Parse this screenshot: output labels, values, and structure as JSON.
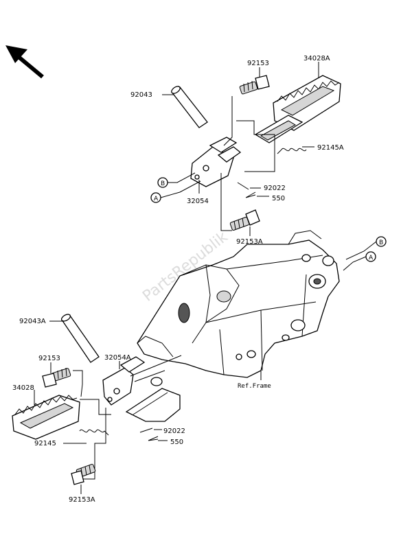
{
  "labels": {
    "p92043": "92043",
    "p92153_top": "92153",
    "p34028A": "34028A",
    "p92145A": "92145A",
    "p92022_top": "92022",
    "p550_top": "550",
    "p32054": "32054",
    "p92153A_top": "92153A",
    "p92043A": "92043A",
    "p92153_bot": "92153",
    "p32054A": "32054A",
    "p34028": "34028",
    "p92145": "92145",
    "p92022_bot": "92022",
    "p550_bot": "550",
    "p92153A_bot": "92153A",
    "ref_frame": "Ref.Frame"
  },
  "callouts": {
    "A_top": "A",
    "B_top": "B",
    "A_right": "A",
    "B_right": "B"
  },
  "watermark": "PartsRepublik",
  "icons": {
    "orientation": "front-direction-arrow-icon"
  }
}
